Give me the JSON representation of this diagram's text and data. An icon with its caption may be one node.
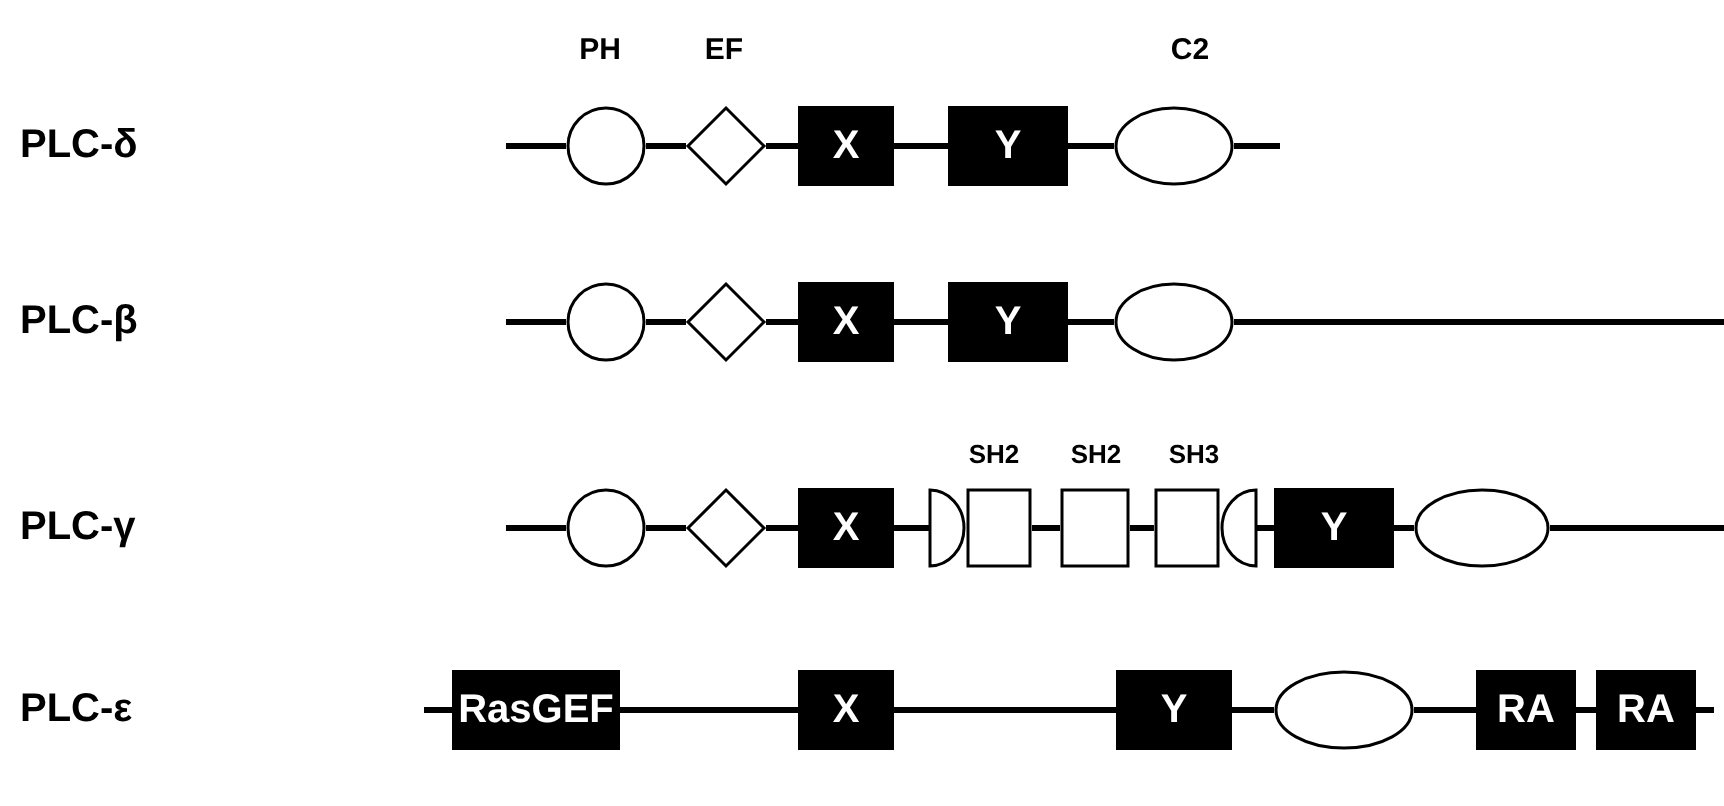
{
  "diagram": {
    "nodes": [
      {
        "text": [],
        "shape": "circle"
      },
      {
        "text": [],
        "shape": "diamond"
      },
      {
        "text": [
          "X"
        ]
      },
      {
        "text": [
          "Y"
        ]
      },
      {
        "text": [],
        "shape": "ellipse"
      },
      {
        "text": [],
        "shape": "circle"
      },
      {
        "text": [],
        "shape": "diamond"
      },
      {
        "text": [
          "X"
        ]
      },
      {
        "text": [
          "Y"
        ]
      },
      {
        "text": [],
        "shape": "ellipse"
      },
      {
        "text": [],
        "shape": "circle"
      },
      {
        "text": [],
        "shape": "diamond"
      },
      {
        "text": [
          "X"
        ]
      },
      {
        "text": [],
        "shape": "semicircle"
      },
      {
        "text": [],
        "shape": "box"
      },
      {
        "text": [],
        "shape": "box"
      },
      {
        "text": [],
        "shape": "box"
      },
      {
        "text": [],
        "shape": "semicircle"
      },
      {
        "text": [
          "Y"
        ]
      },
      {
        "text": [],
        "shape": "ellipse"
      },
      {
        "text": [
          "RasGEF"
        ]
      },
      {
        "text": [
          "X"
        ]
      },
      {
        "text": [
          "Y"
        ]
      },
      {
        "text": [],
        "shape": "ellipse"
      },
      {
        "text": [
          "RA"
        ]
      },
      {
        "text": [
          "RA"
        ]
      }
    ],
    "edges": [
      {
        "from": null,
        "to": 0,
        "arrow": "none"
      },
      {
        "from": 0,
        "to": 1,
        "arrow": "none"
      },
      {
        "from": 1,
        "to": 2,
        "arrow": "none"
      },
      {
        "from": 2,
        "to": 3,
        "arrow": "none"
      },
      {
        "from": 3,
        "to": 4,
        "arrow": "none"
      },
      {
        "from": 4,
        "to": null,
        "arrow": "none"
      },
      {
        "from": null,
        "to": 5,
        "arrow": "none"
      },
      {
        "from": 5,
        "to": 6,
        "arrow": "none"
      },
      {
        "from": 6,
        "to": 7,
        "arrow": "none"
      },
      {
        "from": 7,
        "to": 8,
        "arrow": "none"
      },
      {
        "from": 8,
        "to": 9,
        "arrow": "none"
      },
      {
        "from": 9,
        "to": null,
        "arrow": "none"
      },
      {
        "from": null,
        "to": 10,
        "arrow": "none"
      },
      {
        "from": 10,
        "to": 11,
        "arrow": "none"
      },
      {
        "from": 11,
        "to": 12,
        "arrow": "none"
      },
      {
        "from": 12,
        "to": 13,
        "arrow": "none"
      },
      {
        "from": 14,
        "to": 15,
        "arrow": "none"
      },
      {
        "from": 15,
        "to": 16,
        "arrow": "none"
      },
      {
        "from": 17,
        "to": 18,
        "arrow": "none"
      },
      {
        "from": 18,
        "to": 19,
        "arrow": "none"
      },
      {
        "from": 19,
        "to": null,
        "arrow": "none"
      },
      {
        "from": null,
        "to": 20,
        "arrow": "none"
      },
      {
        "from": 20,
        "to": 21,
        "arrow": "none"
      },
      {
        "from": 21,
        "to": 22,
        "arrow": "none"
      },
      {
        "from": 22,
        "to": 23,
        "arrow": "none"
      },
      {
        "from": 23,
        "to": 24,
        "arrow": "none"
      },
      {
        "from": 24,
        "to": 25,
        "arrow": "none"
      },
      {
        "from": 25,
        "to": null,
        "arrow": "none"
      }
    ],
    "labels": [
      "PH",
      "EF",
      "C2",
      "PLC-δ",
      "PLC-β",
      "SH2",
      "SH2",
      "SH3",
      "PLC-γ",
      "PLC-ε"
    ]
  }
}
